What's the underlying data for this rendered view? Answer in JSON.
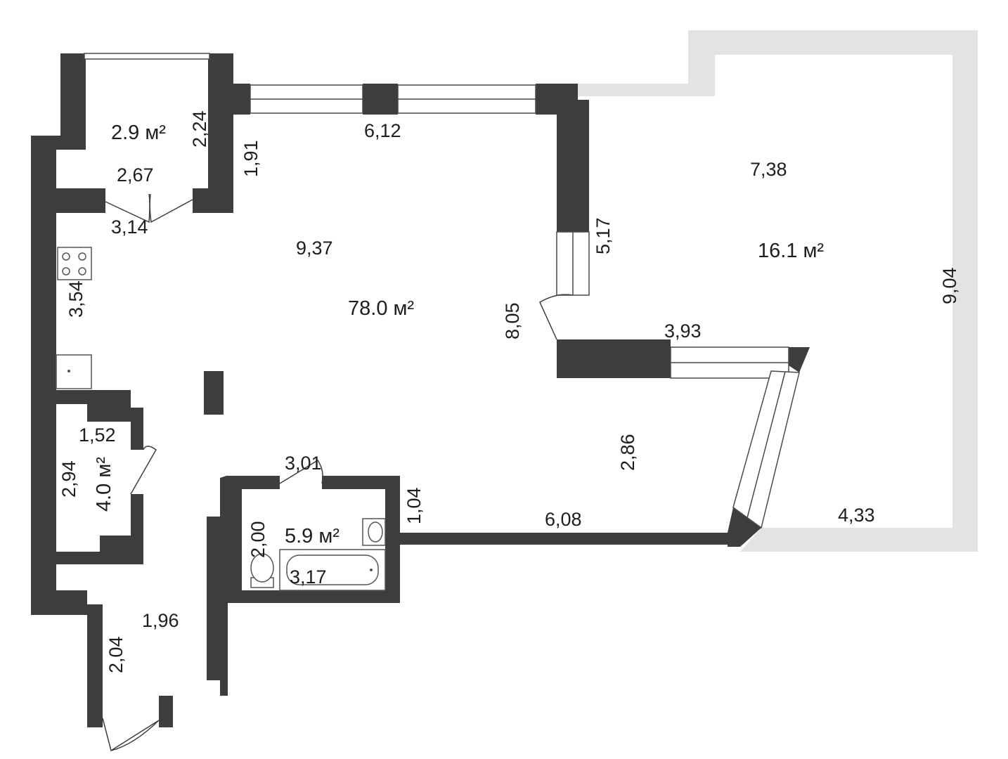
{
  "areas": {
    "balcony_small": "2.9 м²",
    "main": "78.0 м²",
    "terrace": "16.1 м²",
    "storage": "4.0 м²",
    "bathroom": "5.9 м²"
  },
  "dimensions": {
    "d_6_12": "6,12",
    "d_2_24": "2,24",
    "d_1_91": "1,91",
    "d_2_67": "2,67",
    "d_3_14": "3,14",
    "d_9_37": "9,37",
    "d_3_54": "3,54",
    "d_8_05": "8,05",
    "d_5_17": "5,17",
    "d_7_38": "7,38",
    "d_9_04": "9,04",
    "d_3_93": "3,93",
    "d_2_86": "2,86",
    "d_1_52": "1,52",
    "d_2_94": "2,94",
    "d_3_01": "3,01",
    "d_1_04": "1,04",
    "d_6_08": "6,08",
    "d_4_33": "4,33",
    "d_2_00": "2,00",
    "d_3_17": "3,17",
    "d_1_96": "1,96",
    "d_2_04": "2,04"
  },
  "colors": {
    "wall": "#3d3d3d",
    "terrace": "#e3e3e3",
    "background": "#ffffff"
  },
  "fixtures": [
    "stove-icon",
    "kitchen-sink-icon",
    "bathroom-sink-icon",
    "toilet-icon",
    "bathtub-icon"
  ]
}
